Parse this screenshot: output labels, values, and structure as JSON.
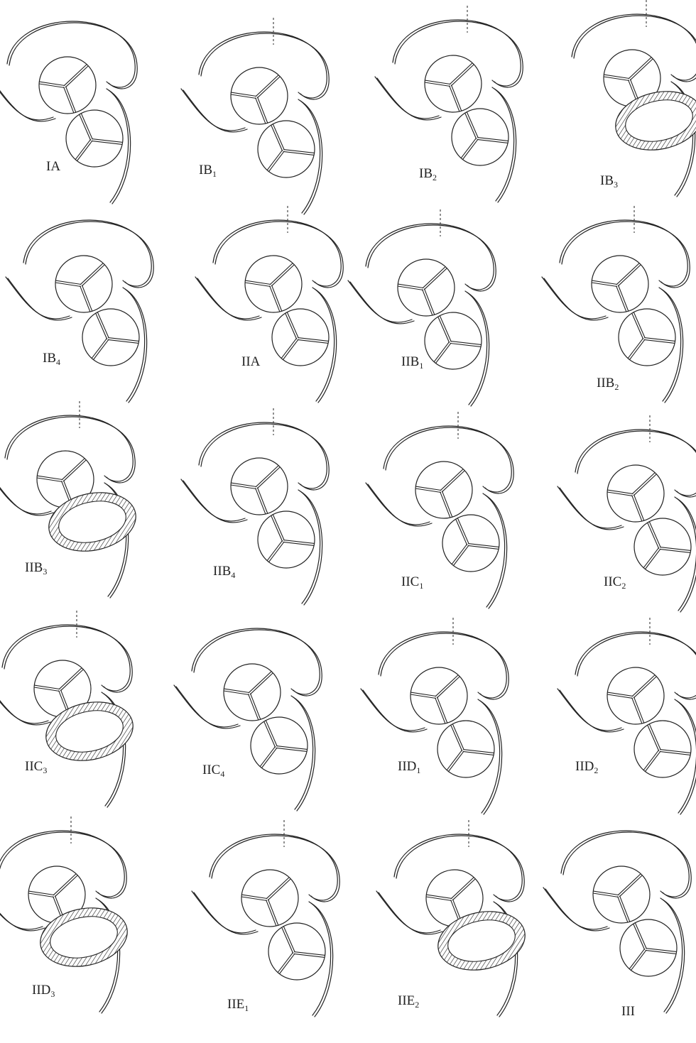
{
  "figure": {
    "panels": [
      {
        "id": "IA",
        "label": "IA",
        "sub": "",
        "dashed": false,
        "ring": false,
        "lower_valve": true
      },
      {
        "id": "IB1",
        "label": "IB",
        "sub": "1",
        "dashed": true,
        "ring": false,
        "lower_valve": true
      },
      {
        "id": "IB2",
        "label": "IB",
        "sub": "2",
        "dashed": true,
        "ring": false,
        "lower_valve": true
      },
      {
        "id": "IB3",
        "label": "IB",
        "sub": "3",
        "dashed": true,
        "ring": true,
        "lower_valve": false
      },
      {
        "id": "IB4",
        "label": "IB",
        "sub": "4",
        "dashed": false,
        "ring": false,
        "lower_valve": true
      },
      {
        "id": "IIA",
        "label": "IIA",
        "sub": "",
        "dashed": true,
        "ring": false,
        "lower_valve": true
      },
      {
        "id": "IIB1",
        "label": "IIB",
        "sub": "1",
        "dashed": true,
        "ring": false,
        "lower_valve": true
      },
      {
        "id": "IIB2",
        "label": "IIB",
        "sub": "2",
        "dashed": true,
        "ring": false,
        "lower_valve": true
      },
      {
        "id": "IIB3",
        "label": "IIB",
        "sub": "3",
        "dashed": true,
        "ring": true,
        "lower_valve": false
      },
      {
        "id": "IIB4",
        "label": "IIB",
        "sub": "4",
        "dashed": true,
        "ring": false,
        "lower_valve": true
      },
      {
        "id": "IIC1",
        "label": "IIC",
        "sub": "1",
        "dashed": true,
        "ring": false,
        "lower_valve": true
      },
      {
        "id": "IIC2",
        "label": "IIC",
        "sub": "2",
        "dashed": true,
        "ring": false,
        "lower_valve": true
      },
      {
        "id": "IIC3",
        "label": "IIC",
        "sub": "3",
        "dashed": true,
        "ring": true,
        "lower_valve": false
      },
      {
        "id": "IIC4",
        "label": "IIC",
        "sub": "4",
        "dashed": false,
        "ring": false,
        "lower_valve": true
      },
      {
        "id": "IID1",
        "label": "IID",
        "sub": "1",
        "dashed": true,
        "ring": false,
        "lower_valve": true
      },
      {
        "id": "IID2",
        "label": "IID",
        "sub": "2",
        "dashed": true,
        "ring": false,
        "lower_valve": true
      },
      {
        "id": "IID3",
        "label": "IID",
        "sub": "3",
        "dashed": true,
        "ring": true,
        "lower_valve": false
      },
      {
        "id": "IIE1",
        "label": "IIE",
        "sub": "1",
        "dashed": true,
        "ring": false,
        "lower_valve": true
      },
      {
        "id": "IIE2",
        "label": "IIE",
        "sub": "2",
        "dashed": true,
        "ring": true,
        "lower_valve": false
      },
      {
        "id": "III",
        "label": "III",
        "sub": "",
        "dashed": false,
        "ring": false,
        "lower_valve": true
      }
    ]
  }
}
